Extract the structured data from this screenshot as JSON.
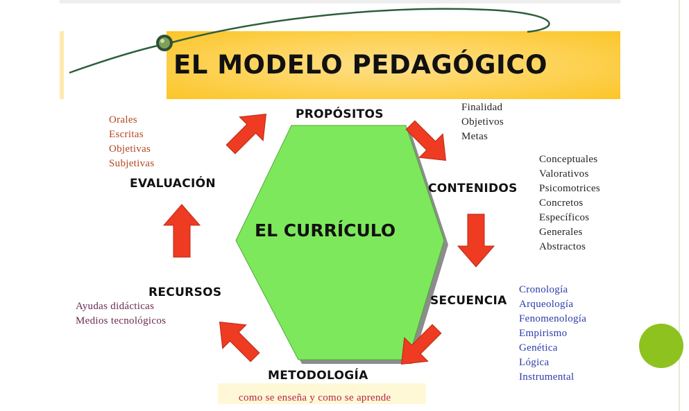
{
  "title": "EL MODELO PEDAGÓGICO",
  "center_label": "EL CURRÍCULO",
  "colors": {
    "title_band": "#FBC21B",
    "hexagon": "#7EE85D",
    "arrow": "#EE3B22",
    "evaluacion_text": "#B3451F",
    "contenidos_text": "#222222",
    "secuencia_text": "#2B3BA8",
    "recursos_text": "#6A2A50",
    "metodologia_text": "#B3264A",
    "side_dot": "#8DC21F"
  },
  "nodes": {
    "propositos": {
      "label": "PROPÓSITOS",
      "items": [
        "Finalidad",
        "Objetivos",
        "Metas"
      ]
    },
    "contenidos": {
      "label": "CONTENIDOS",
      "items": [
        "Conceptuales",
        "Valorativos",
        "Psicomotrices",
        "Concretos",
        "Específicos",
        "Generales",
        "Abstractos"
      ]
    },
    "secuencia": {
      "label": "SECUENCIA",
      "items": [
        "Cronología",
        "Arqueología",
        "Fenomenología",
        "Empirismo",
        "Genética",
        "Lógica",
        "Instrumental"
      ]
    },
    "metodologia": {
      "label": "METODOLOGÍA",
      "caption": "como se enseña y como se aprende"
    },
    "recursos": {
      "label": "RECURSOS",
      "items": [
        "Ayudas didácticas",
        "Medios tecnológicos"
      ]
    },
    "evaluacion": {
      "label": "EVALUACIÓN",
      "items": [
        "Orales",
        "Escritas",
        "Objetivas",
        "Subjetivas"
      ]
    }
  }
}
